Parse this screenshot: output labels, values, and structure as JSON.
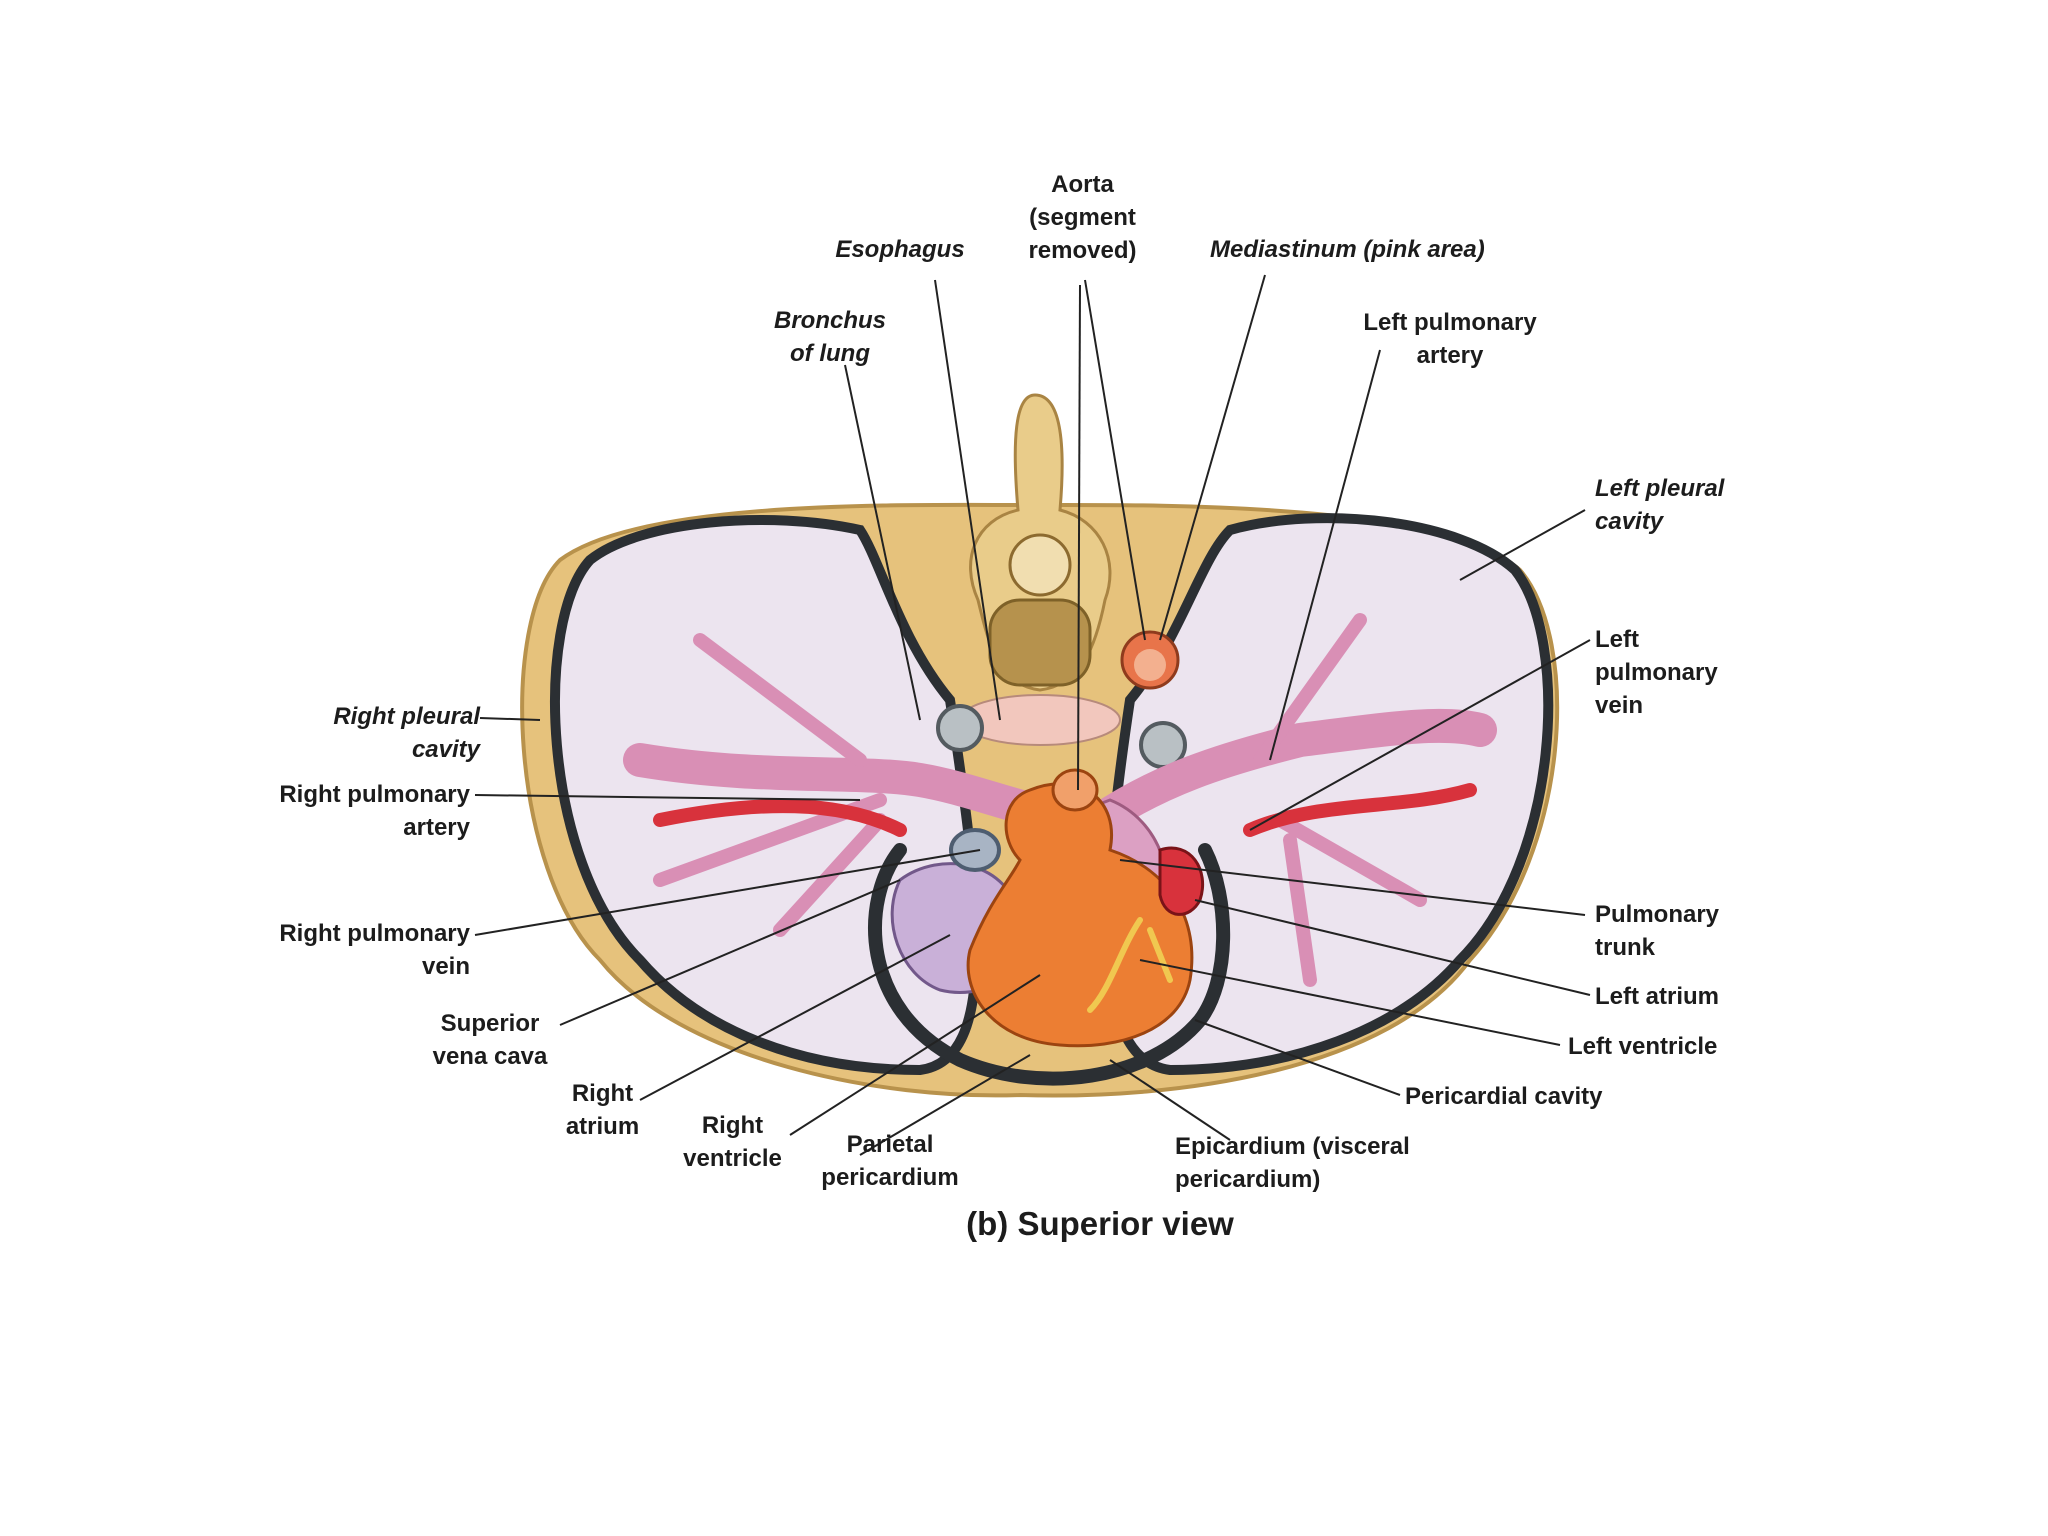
{
  "labels": {
    "aorta": "Aorta\n(segment\nremoved)",
    "esophagus": "Esophagus",
    "mediastinum": "Mediastinum (pink area)",
    "bronchus": "Bronchus\nof lung",
    "left_pulmonary_artery": "Left pulmonary\nartery",
    "left_pleural_cavity": "Left pleural\ncavity",
    "left_pulmonary_vein": "Left\npulmonary\nvein",
    "right_pleural_cavity": "Right pleural\ncavity",
    "right_pulmonary_artery": "Right pulmonary\nartery",
    "right_pulmonary_vein": "Right pulmonary\nvein",
    "superior_vena_cava": "Superior\nvena cava",
    "right_atrium": "Right\natrium",
    "right_ventricle": "Right\nventricle",
    "parietal_pericardium": "Parietal\npericardium",
    "epicardium": "Epicardium (visceral\npericardium)",
    "pericardial_cavity": "Pericardial cavity",
    "left_ventricle": "Left ventricle",
    "left_atrium": "Left atrium",
    "pulmonary_trunk": "Pulmonary\ntrunk"
  },
  "caption": "(b) Superior view",
  "colors": {
    "bone": "#e7c77f",
    "pleura": "#2b2f33",
    "lung": "#ece4ef",
    "mediastinum": "#f2c7bd",
    "heart": "#ec7e33",
    "artery_red": "#d8323c",
    "pulmonary_pink": "#d98fb5",
    "leader_line": "#222222"
  }
}
